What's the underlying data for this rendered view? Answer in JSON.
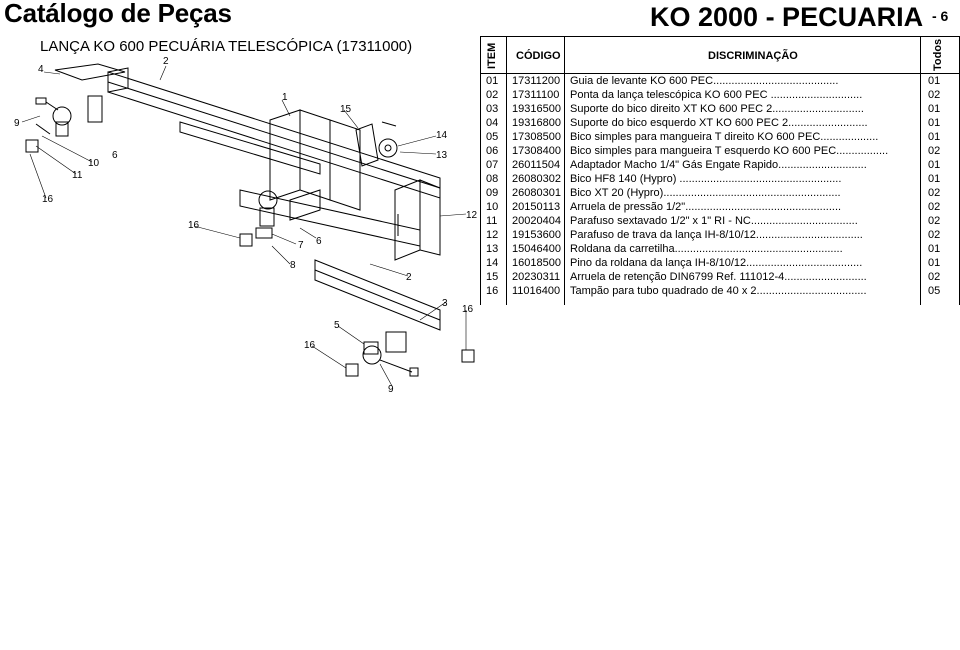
{
  "header": {
    "title": "Catálogo de Peças",
    "model": "KO 2000 - PECUARIA",
    "page": "- 6"
  },
  "subtitle": "LANÇA KO 600 PECUÁRIA TELESCÓPICA (17311000)",
  "table": {
    "headers": {
      "item": "ITEM",
      "code": "CÓDIGO",
      "desc": "DISCRIMINAÇÃO",
      "qty": "Todos"
    },
    "rows": [
      {
        "item": "01",
        "code": "17311200",
        "desc": "Guia de levante KO 600 PEC.........................................",
        "qty": "01"
      },
      {
        "item": "02",
        "code": "17311100",
        "desc": "Ponta da lança telescópica KO 600 PEC ..............................",
        "qty": "02"
      },
      {
        "item": "03",
        "code": "19316500",
        "desc": "Suporte do bico direito XT KO 600 PEC 2..............................",
        "qty": "01"
      },
      {
        "item": "04",
        "code": "19316800",
        "desc": "Suporte do bico esquerdo XT KO 600 PEC 2..........................",
        "qty": "01"
      },
      {
        "item": "05",
        "code": "17308500",
        "desc": "Bico simples para mangueira T direito KO 600 PEC...................",
        "qty": "01"
      },
      {
        "item": "06",
        "code": "17308400",
        "desc": "Bico simples para mangueira T esquerdo KO 600 PEC.................",
        "qty": "02"
      },
      {
        "item": "07",
        "code": "26011504",
        "desc": "Adaptador Macho 1/4\" Gás Engate Rapido.............................",
        "qty": "01"
      },
      {
        "item": "08",
        "code": "26080302",
        "desc": "Bico HF8 140 (Hypro) .....................................................",
        "qty": "01"
      },
      {
        "item": "09",
        "code": "26080301",
        "desc": "Bico XT 20 (Hypro)..........................................................",
        "qty": "02"
      },
      {
        "item": "10",
        "code": "20150113",
        "desc": "Arruela de pressão 1/2\"...................................................",
        "qty": "02"
      },
      {
        "item": "11",
        "code": "20020404",
        "desc": "Parafuso sextavado 1/2\" x 1\" RI - NC...................................",
        "qty": "02"
      },
      {
        "item": "12",
        "code": "19153600",
        "desc": "Parafuso de trava da lança IH-8/10/12...................................",
        "qty": "02"
      },
      {
        "item": "13",
        "code": "15046400",
        "desc": "Roldana da carretilha.......................................................",
        "qty": "01"
      },
      {
        "item": "14",
        "code": "16018500",
        "desc": "Pino da roldana da lança IH-8/10/12......................................",
        "qty": "01"
      },
      {
        "item": "15",
        "code": "20230311",
        "desc": "Arruela de retenção DIN6799 Ref. 111012-4...........................",
        "qty": "02"
      },
      {
        "item": "16",
        "code": "11016400",
        "desc": "Tampão para tubo quadrado de 40 x 2....................................",
        "qty": "05"
      }
    ]
  },
  "diagram": {
    "callouts": [
      "1",
      "2",
      "3",
      "4",
      "5",
      "6",
      "7",
      "8",
      "9",
      "10",
      "11",
      "12",
      "13",
      "14",
      "15",
      "16"
    ]
  }
}
